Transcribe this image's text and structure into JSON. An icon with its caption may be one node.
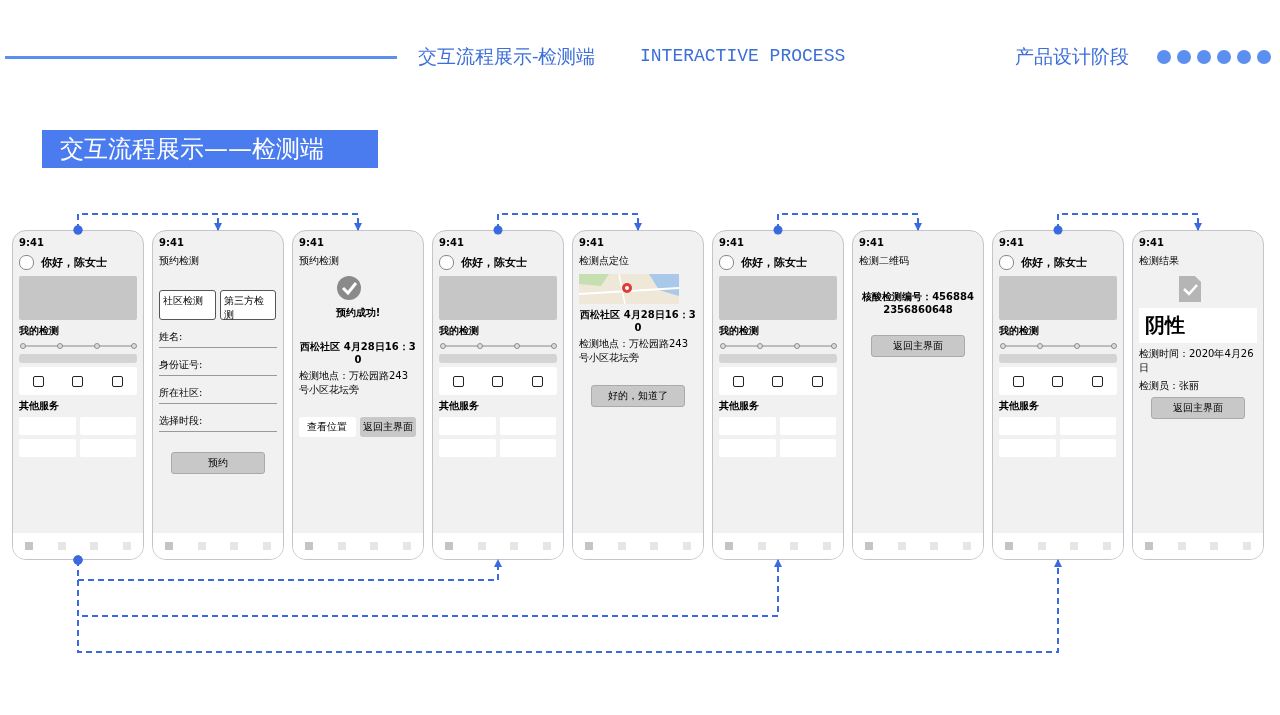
{
  "diagram": {
    "title": "交互流程展示——检测端",
    "nodes": [
      {
        "text": [
          "9:41",
          "你好，陈女士",
          "我的检测",
          "其他服务"
        ]
      },
      {
        "text": [
          "9:41",
          "预约检测",
          "社区检测",
          "第三方检测",
          "姓名:",
          "身份证号:",
          "所在社区:",
          "选择时段:",
          "预约"
        ]
      },
      {
        "text": [
          "9:41",
          "预约检测",
          "预约成功!",
          "西松社区 4月28日16：30",
          "检测地点：万松园路243号小区花坛旁",
          "查看位置",
          "返回主界面"
        ]
      },
      {
        "text": [
          "9:41",
          "你好，陈女士",
          "我的检测",
          "其他服务"
        ]
      },
      {
        "text": [
          "9:41",
          "检测点定位",
          "西松社区 4月28日16：30",
          "检测地点：万松园路243号小区花坛旁",
          "好的，知道了"
        ]
      },
      {
        "text": [
          "9:41",
          "你好，陈女士",
          "我的检测",
          "其他服务"
        ]
      },
      {
        "text": [
          "9:41",
          "检测二维码",
          "核酸检测编号：4568842356860648",
          "返回主界面"
        ]
      },
      {
        "text": [
          "9:41",
          "你好，陈女士",
          "我的检测",
          "其他服务"
        ]
      },
      {
        "text": [
          "9:41",
          "检测结果",
          "阴性",
          "检测时间：2020年4月26日",
          "检测员：张丽",
          "返回主界面"
        ]
      }
    ],
    "edges": [
      {
        "from": 0,
        "to": 1,
        "arrow": "to",
        "style": "dashed"
      },
      {
        "from": 0,
        "to": 2,
        "arrow": "to",
        "style": "dashed"
      },
      {
        "from": 3,
        "to": 4,
        "arrow": "to",
        "style": "dashed"
      },
      {
        "from": 5,
        "to": 6,
        "arrow": "to",
        "style": "dashed"
      },
      {
        "from": 7,
        "to": 8,
        "arrow": "to",
        "style": "dashed"
      },
      {
        "from": 0,
        "to": 3,
        "arrow": "to",
        "style": "dashed"
      },
      {
        "from": 0,
        "to": 5,
        "arrow": "to",
        "style": "dashed"
      },
      {
        "from": 0,
        "to": 7,
        "arrow": "to",
        "style": "dashed"
      }
    ],
    "labels": [
      "交互流程展示-检测端",
      "INTERACTIVE PROCESS",
      "产品设计阶段"
    ]
  }
}
